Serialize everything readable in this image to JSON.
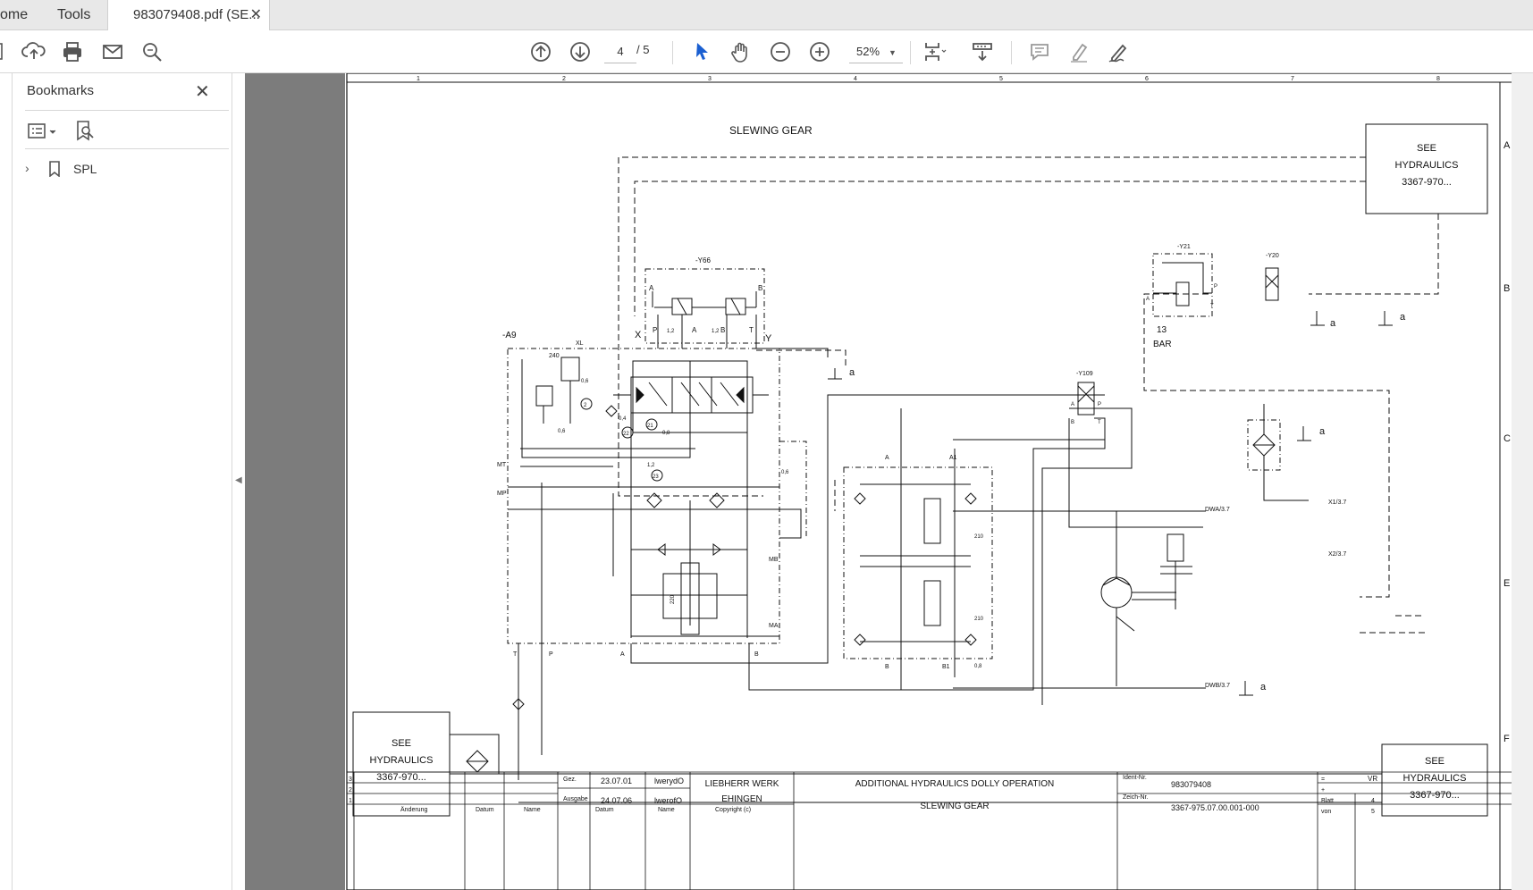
{
  "tabs": {
    "home": "ome",
    "tools": "Tools",
    "document": "983079408.pdf (SE...",
    "close_symbol": "✕"
  },
  "toolbar": {
    "page_current": "4",
    "page_total": "/ 5",
    "zoom": "52%"
  },
  "bookmarks": {
    "title": "Bookmarks",
    "close_symbol": "✕",
    "items": [
      {
        "label": "SPL"
      }
    ]
  },
  "drawing": {
    "column_numbers": [
      "1",
      "2",
      "3",
      "4",
      "5",
      "6",
      "7",
      "8"
    ],
    "row_letters": [
      "A",
      "B",
      "C",
      "E",
      "F"
    ],
    "title": "SLEWING GEAR",
    "see_hydraulics": [
      "SEE",
      "HYDRAULICS",
      "3367-970..."
    ],
    "labels": {
      "y66": "-Y66",
      "y21": "-Y21",
      "y20": "-Y20",
      "y109": "-Y109",
      "a9": "-A9",
      "xl": "XL",
      "x": "X",
      "y": "Y",
      "mt": "MT",
      "mp": "MP",
      "mb": "MB",
      "ma": "MA",
      "t": "T",
      "p": "P",
      "a": "A",
      "b": "B",
      "a1": "A1",
      "b1": "B1",
      "bar_value": "13",
      "bar": "BAR",
      "dwa": "DWA/3.7",
      "dwb": "DWB/3.7",
      "x1": "X1/3.7",
      "x2": "X2/3.7",
      "tank_a": "a",
      "v240": "240",
      "v220": "220",
      "v210": "210",
      "v08": "0,8",
      "v06": "0,6",
      "v04": "0,4",
      "v12": "1,2",
      "n21": "21",
      "n22": "22",
      "n23": "23",
      "n2": "2"
    },
    "title_block": {
      "rows": [
        "3",
        "2",
        "1"
      ],
      "col_aenderung": "Änderung",
      "col_datum": "Datum",
      "col_name": "Name",
      "gez": "Gez.",
      "gez_date": "23.07.01",
      "gez_name": "lwerydO",
      "ausgabe": "Ausgabe",
      "ausgabe_date": "24.07.06",
      "ausgabe_name": "lwerofO",
      "datum": "Datum",
      "name": "Name",
      "company1": "LIEBHERR WERK",
      "company2": "EHINGEN",
      "copyright": "Copyright (c)",
      "desc1": "ADDITIONAL HYDRAULICS DOLLY OPERATION",
      "desc2": "SLEWING GEAR",
      "ident_label": "Ident-Nr.",
      "ident_value": "983079408",
      "zeich_label": "Zeich-Nr.",
      "zeich_value": "3367-975.07.00.001-000",
      "eq": "=",
      "plus": "+",
      "blatt": "Blatt",
      "blatt_value": "4",
      "von": "von",
      "von_value": "5",
      "vr": "VR"
    }
  },
  "colors": {
    "tab_bar": "#e8e8e8",
    "viewer_bg": "#7c7c7c",
    "select_tool": "#1a5fd1"
  }
}
